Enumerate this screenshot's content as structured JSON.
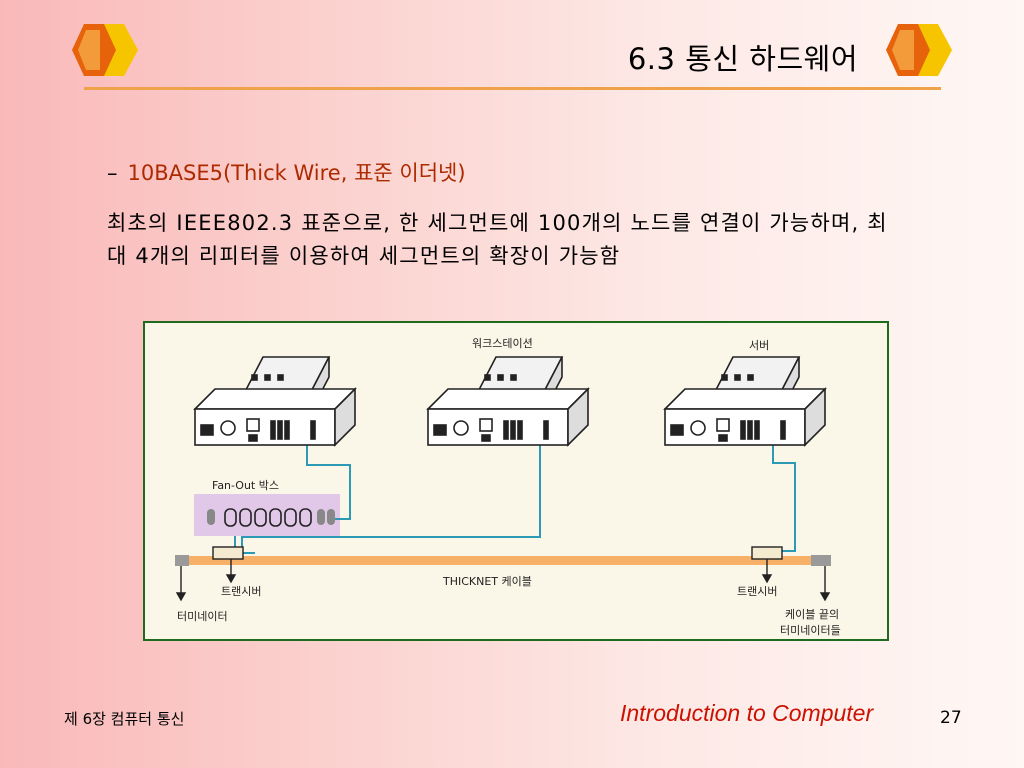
{
  "header": {
    "title": "6.3 통신 하드웨어"
  },
  "colors": {
    "accent_rule": "#f0a24a",
    "subhead_text": "#ad2a00",
    "footer_brand": "#cc1100",
    "diagram_border": "#1e6b1e",
    "cable": "#f6b067",
    "link": "#2c9ab5"
  },
  "content": {
    "bullet_dash": "–",
    "subheading": "10BASE5(Thick Wire, 표준 이더넷)",
    "paragraph": "최초의 IEEE802.3 표준으로, 한 세그먼트에 100개의 노드를 연결이 가능하며, 최대 4개의 리피터를 이용하여 세그먼트의 확장이 가능함"
  },
  "diagram": {
    "workstation_label": "워크스테이션",
    "server_label": "서버",
    "fanout_label": "Fan-Out 박스",
    "cable_label": "THICKNET 케이블",
    "transceiver_left": "트랜시버",
    "transceiver_right": "트랜시버",
    "terminator_left": "터미네이터",
    "terminator_right_line1": "케이블 끝의",
    "terminator_right_line2": "터미네이터들"
  },
  "footer": {
    "chapter": "제 6장 컴퓨터 통신",
    "brand": "Introduction to Computer",
    "page_number": "27"
  }
}
